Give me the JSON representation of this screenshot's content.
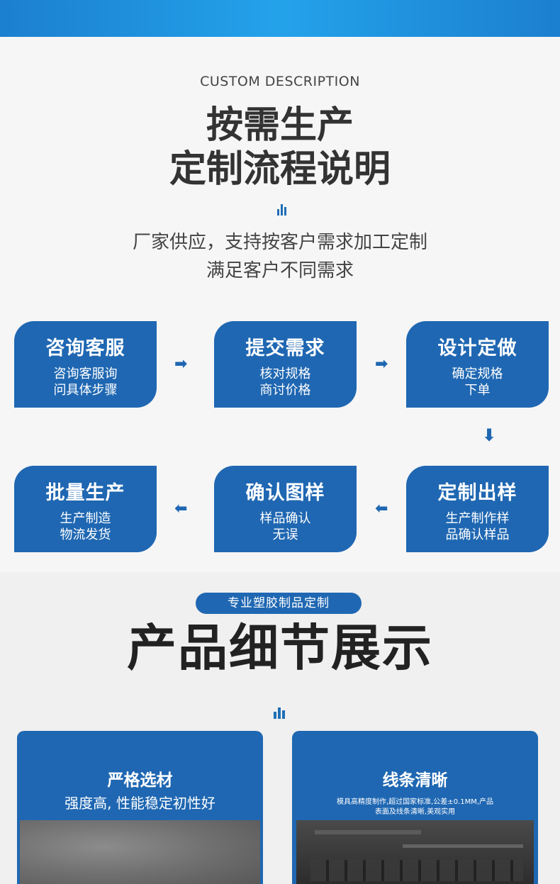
{
  "header": {
    "eyebrow": "CUSTOM DESCRIPTION",
    "title_line1": "按需生产",
    "title_line2": "定制流程说明",
    "subtitle_line1": "厂家供应，支持按客户需求加工定制",
    "subtitle_line2": "满足客户不同需求"
  },
  "steps": [
    {
      "title": "咨询客服",
      "desc1": "咨询客服询",
      "desc2": "问具体步骤"
    },
    {
      "title": "提交需求",
      "desc1": "核对规格",
      "desc2": "商讨价格"
    },
    {
      "title": "设计定做",
      "desc1": "确定规格",
      "desc2": "下单"
    },
    {
      "title": "定制出样",
      "desc1": "生产制作样",
      "desc2": "品确认样品"
    },
    {
      "title": "确认图样",
      "desc1": "样品确认",
      "desc2": "无误"
    },
    {
      "title": "批量生产",
      "desc1": "生产制造",
      "desc2": "物流发货"
    }
  ],
  "details": {
    "pill": "专业塑胶制品定制",
    "title": "产品细节展示",
    "cards": [
      {
        "title": "严格选材",
        "desc": "强度高, 性能稳定初性好"
      },
      {
        "title": "线条清晰",
        "desc1": "模具高精度制作,超过国家标准,公差±0.1MM,产品",
        "desc2": "表面及线条清晰,美观实用"
      }
    ]
  },
  "colors": {
    "accent": "#1f67b2",
    "topbar": "#23a2ea"
  },
  "icons": {
    "divider": "bar-chart-icon",
    "arrow": "arrow-icon"
  }
}
